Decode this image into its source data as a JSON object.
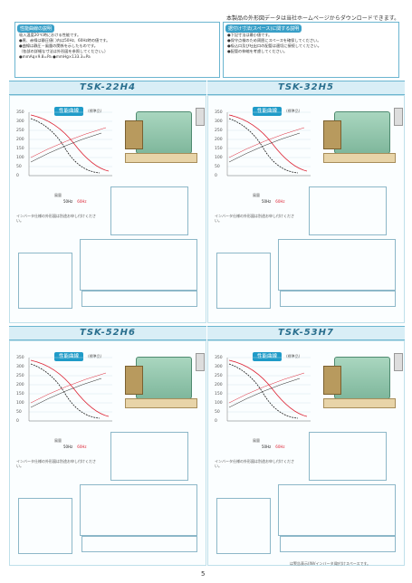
{
  "header": {
    "note": "本製品の外形図データは当社ホームページからダウンロードできます。"
  },
  "notes_left": {
    "tag": "性能曲線の説明",
    "lines": [
      "吸入温度20℃時における性能です。",
      "●黒、赤線は静圧値( )内は50Hz、60Hz時の値です。",
      "●曲線は静圧－風量の関係を示したものです。",
      "（各部の詳細な寸法は外形図を参照してください。）",
      "●mmAq×9.8=Pa ●mmHg×133.3=Pa"
    ]
  },
  "notes_right": {
    "tag": "据付け寸法(スペース)に関する説明",
    "lines": [
      "●下記寸法は最小値です。",
      "●保守点検のため周囲にスペースを確保してください。",
      "●吸込口及び吐出口の配管は適切に接続してください。",
      "●配管の伸縮を考慮してください。"
    ]
  },
  "models": [
    {
      "name": "TSK-22H4",
      "section": "性能曲線",
      "section_sub": "(標準品)",
      "freq50": "50Hz",
      "freq60": "60Hz",
      "inverter_note": "インバータ仕様の外形図は別途お申し付けください。"
    },
    {
      "name": "TSK-32H5",
      "section": "性能曲線",
      "section_sub": "(標準品)",
      "freq50": "50Hz",
      "freq60": "60Hz",
      "inverter_note": "インバータ仕様の外形図は別途お申し付けください。"
    },
    {
      "name": "TSK-52H6",
      "section": "性能曲線",
      "section_sub": "(標準品)",
      "freq50": "50Hz",
      "freq60": "60Hz",
      "inverter_note": "インバータ仕様の外形図は別途お申し付けください。"
    },
    {
      "name": "TSK-53H7",
      "section": "性能曲線",
      "section_sub": "(標準品)",
      "freq50": "50Hz",
      "freq60": "60Hz",
      "inverter_note": "インバータ仕様の外形図は別途お申し付けください。"
    }
  ],
  "chart_common": {
    "y_ticks": [
      "350",
      "300",
      "250",
      "200",
      "150",
      "100",
      "50",
      "0"
    ],
    "x_label": "風量"
  },
  "footer": {
    "note": "は警告表示(INVインバータ)取付けスペースです。",
    "page": "5"
  }
}
